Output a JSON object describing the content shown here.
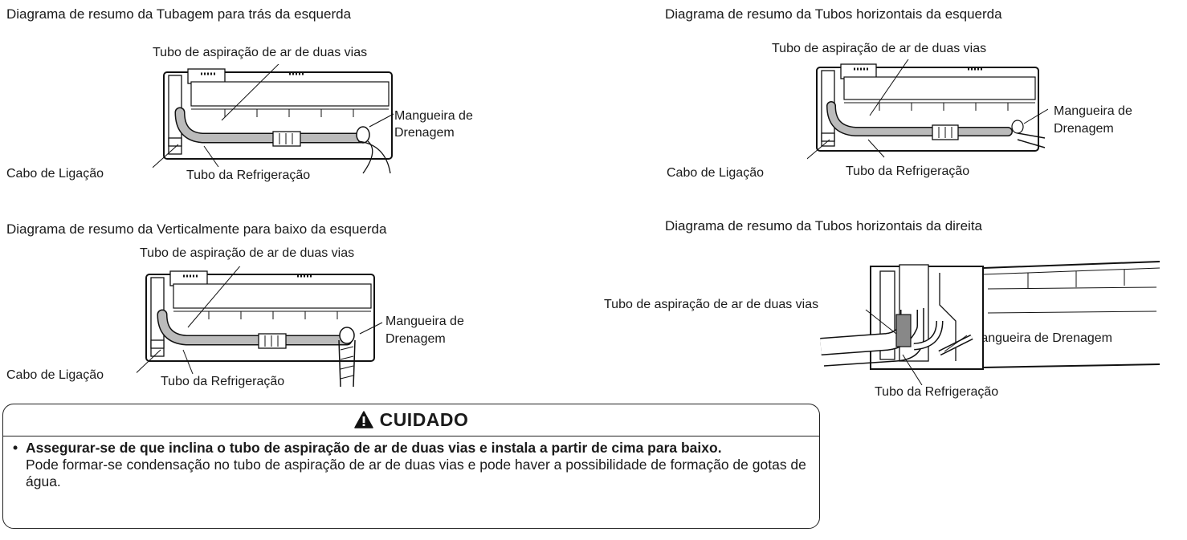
{
  "diagrams": [
    {
      "title": "Diagrama de resumo da Tubagem para trás da esquerda",
      "label_top": "Tubo de aspiração de ar de duas vias",
      "label_drain_1": "Mangueira de",
      "label_drain_2": "Drenagem",
      "label_cable": "Cabo de Ligação",
      "label_pipe": "Tubo da Refrigeração"
    },
    {
      "title": "Diagrama de resumo da Tubos horizontais da esquerda",
      "label_top": "Tubo de aspiração de ar de duas vias",
      "label_drain_1": "Mangueira de",
      "label_drain_2": "Drenagem",
      "label_cable": "Cabo de Ligação",
      "label_pipe": "Tubo da Refrigeração"
    },
    {
      "title": "Diagrama de resumo da Verticalmente para baixo da esquerda",
      "label_top": "Tubo de aspiração de ar de duas vias",
      "label_drain_1": "Mangueira de",
      "label_drain_2": "Drenagem",
      "label_cable": "Cabo de Ligação",
      "label_pipe": "Tubo da Refrigeração"
    },
    {
      "title": "Diagrama de resumo da Tubos horizontais da direita",
      "label_top": "Tubo de aspiração de ar de duas vias",
      "label_drain": "Mangueira de Drenagem",
      "label_pipe": "Tubo da Refrigeração"
    }
  ],
  "caution": {
    "title": "CUIDADO",
    "icon": "warning-triangle-icon",
    "bullet": "•",
    "bold_text": "Assegurar-se de que inclina o tubo de aspiração de ar de duas vias e instala a partir de cima para baixo.",
    "text": "Pode formar-se condensação no tubo de aspiração de ar de duas vias e pode haver a possibilidade de formação de gotas de água."
  }
}
